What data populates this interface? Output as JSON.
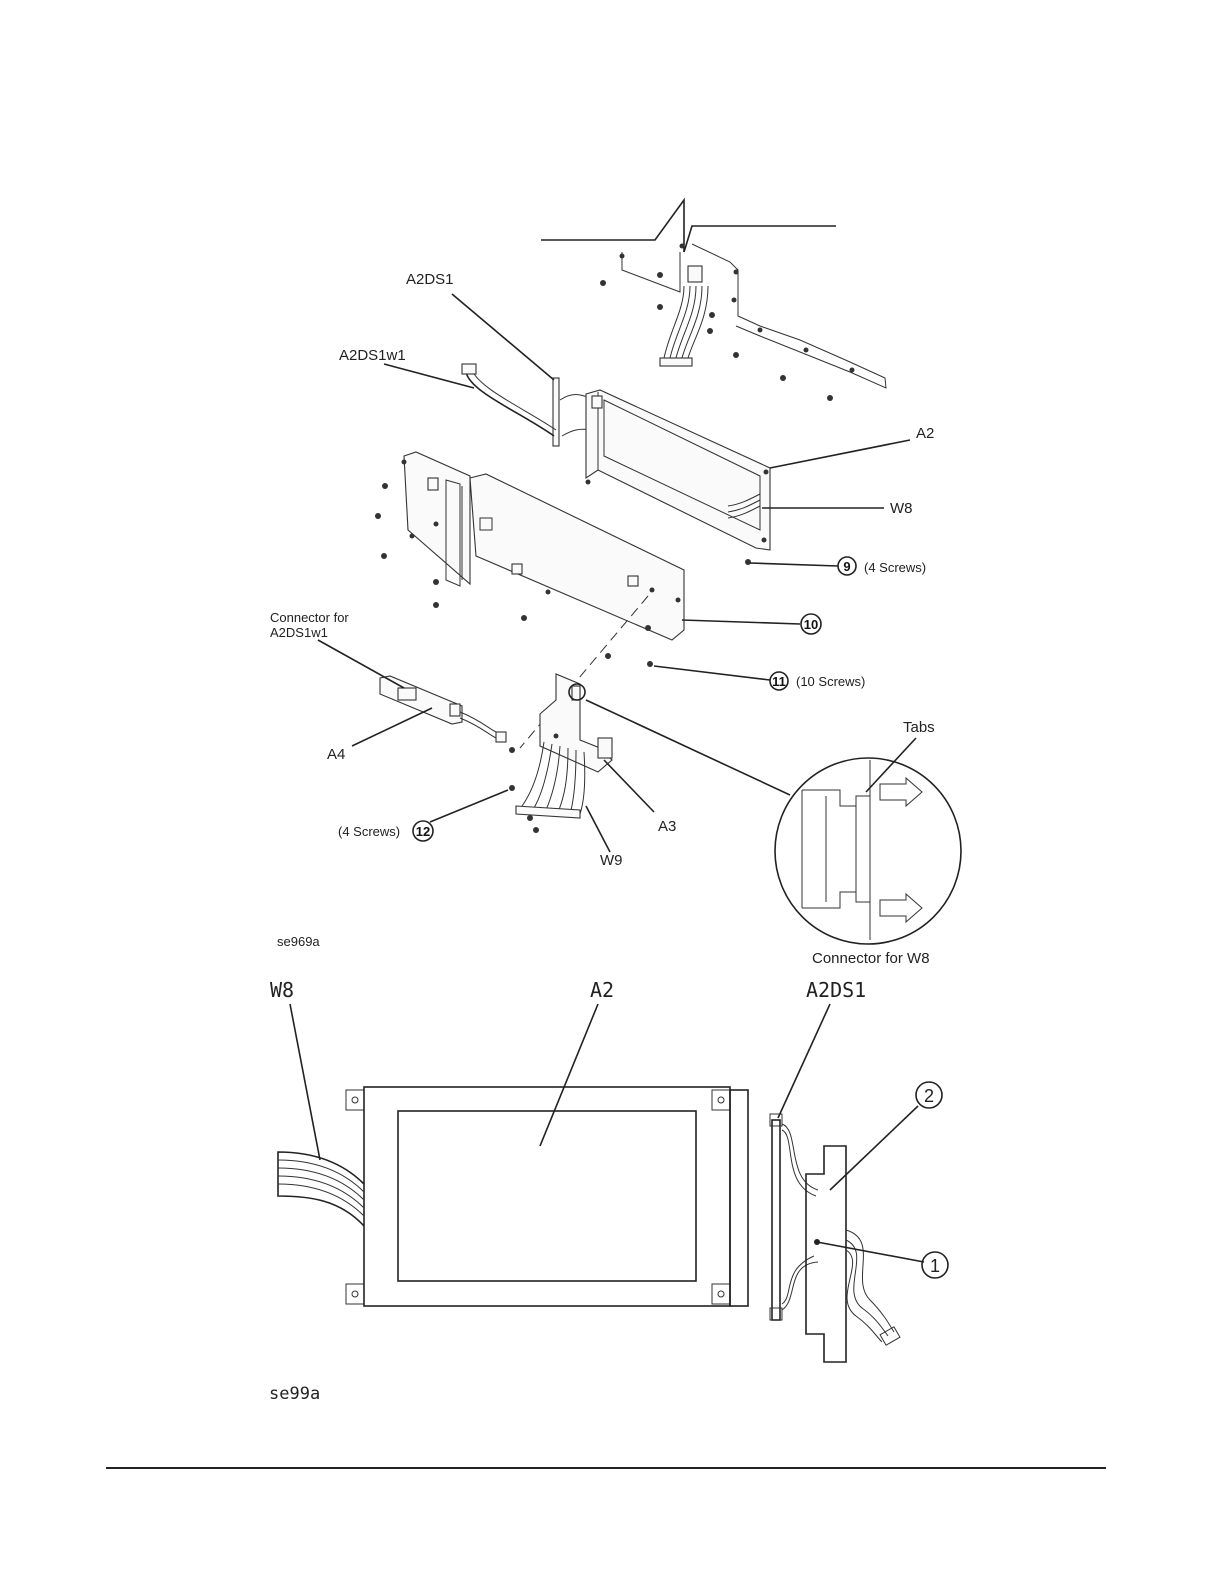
{
  "top_figure": {
    "labels": {
      "a2ds1": "A2DS1",
      "a2ds1w1": "A2DS1w1",
      "a2": "A2",
      "w8": "W8",
      "connector_a2ds1w1_line1": "Connector for",
      "connector_a2ds1w1_line2": "A2DS1w1",
      "a4": "A4",
      "a3": "A3",
      "w9": "W9",
      "tabs": "Tabs",
      "connector_w8": "Connector for W8",
      "figure_id": "se969a"
    },
    "callouts": [
      {
        "number": "9",
        "note": "(4 Screws)"
      },
      {
        "number": "10",
        "note": ""
      },
      {
        "number": "11",
        "note": "(10 Screws)"
      },
      {
        "number": "12",
        "note": "(4 Screws)"
      }
    ]
  },
  "bottom_figure": {
    "labels": {
      "w8": "W8",
      "a2": "A2",
      "a2ds1": "A2DS1",
      "figure_id": "se99a"
    },
    "callouts": [
      {
        "number": "1"
      },
      {
        "number": "2"
      }
    ]
  }
}
